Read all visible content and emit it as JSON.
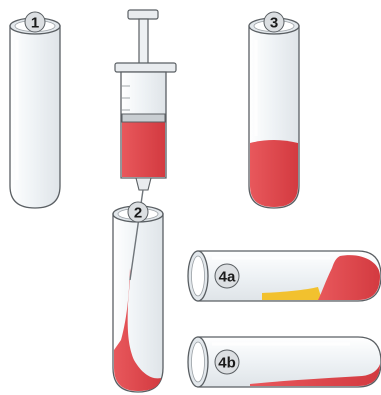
{
  "labels": {
    "tube1": "1",
    "step2": "2",
    "tube3": "3",
    "tube4a": "4a",
    "tube4b": "4b"
  },
  "colors": {
    "blood": "#e0474c",
    "serum": "#f2c12e",
    "glass": "#f4f7f9",
    "outline": "#5a5f63",
    "cap": "#bfc4c8"
  }
}
